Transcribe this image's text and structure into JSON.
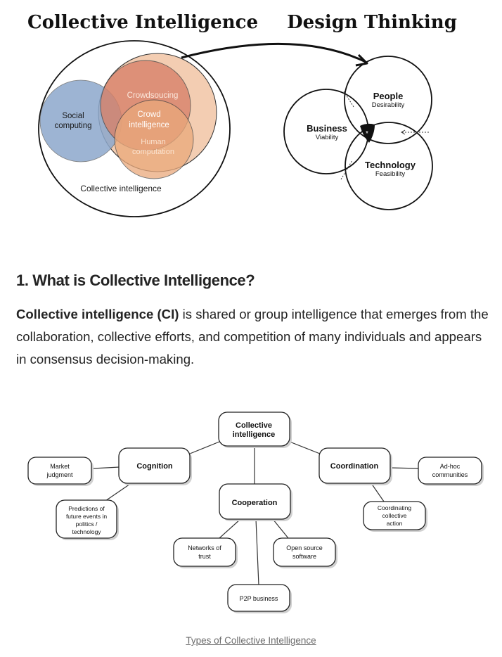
{
  "figure1": {
    "title_left": "Collective Intelligence",
    "title_right": "Design Thinking",
    "venn_left": {
      "outer_label": "Collective intelligence",
      "social": [
        "Social",
        "computing"
      ],
      "crowdsourcing": "Crowdsoucing",
      "crowd": [
        "Crowd",
        "intelligence"
      ],
      "human": [
        "Human",
        "computation"
      ]
    },
    "venn_right": {
      "people": "People",
      "people_sub": "Desirability",
      "business": "Business",
      "business_sub": "Viability",
      "technology": "Technology",
      "technology_sub": "Feasibility",
      "star": "*"
    }
  },
  "article": {
    "heading": "1. What is Collective Intelligence?",
    "paragraph_bold": "Collective intelligence (CI)",
    "paragraph_rest": " is shared or group intelligence that emerges from the collaboration, collective efforts, and competition of many individuals and appears in consensus decision-making."
  },
  "figure2": {
    "root": [
      "Collective",
      "intelligence"
    ],
    "cognition": "Cognition",
    "coordination": "Coordination",
    "cooperation": "Cooperation",
    "market": [
      "Market",
      "judgment"
    ],
    "predictions": [
      "Predictions of",
      "future events in",
      "politics /",
      "technology"
    ],
    "adhoc": [
      "Ad-hoc",
      "communities"
    ],
    "coordinating": [
      "Coordinating",
      "collective",
      "action"
    ],
    "networks": [
      "Networks of",
      "trust"
    ],
    "opensource": [
      "Open source",
      "software"
    ],
    "p2p": "P2P business"
  },
  "caption": "Types of Collective Intelligence"
}
